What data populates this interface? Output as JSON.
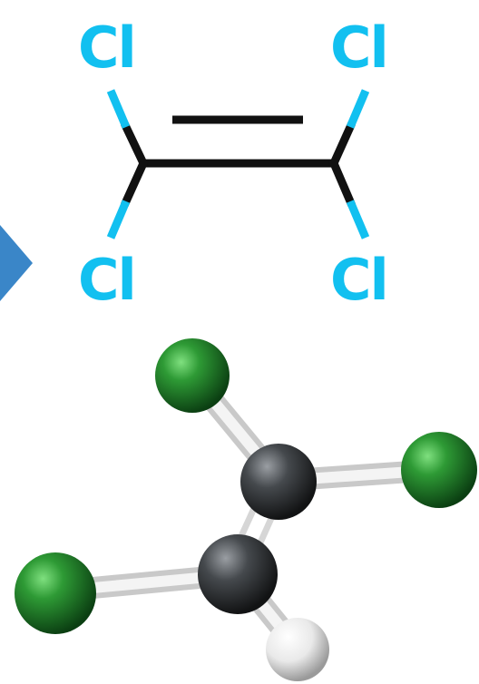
{
  "structural_formula": {
    "atom_labels": {
      "top_left": "Cl",
      "top_right": "Cl",
      "bottom_left": "Cl",
      "bottom_right": "Cl"
    },
    "label_color": "#12c0f0",
    "bond_color": "#111111"
  },
  "ball_and_stick": {
    "chlorine_color": "#1f8a2a",
    "carbon_color": "#3a3d40",
    "hydrogen_color": "#f2f2f2",
    "bond_color": "#e6e6e6"
  },
  "pointer": {
    "color": "#3a86c8",
    "icon": "triangle-arrow-right"
  }
}
